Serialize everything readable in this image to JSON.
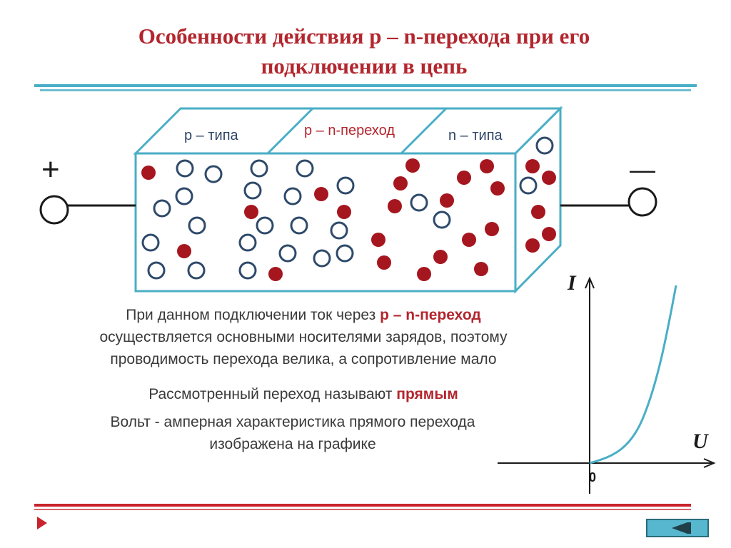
{
  "title": {
    "line1": "Особенности действия р – n-перехода при его",
    "line2": "подключении в цепь"
  },
  "diagram": {
    "label_p_type": "р – типа",
    "label_junction": "р – n-переход",
    "label_n_type": "n – типа",
    "plus_sign": "+",
    "minus_sign": "—"
  },
  "graph": {
    "y_label": "I",
    "x_label": "U",
    "origin_label": "0"
  },
  "text": {
    "p1_prefix": "При данном подключении ток через ",
    "p1_highlight": "р – n-переход",
    "p1_rest_line2": "осуществляется основными носителями зарядов, поэтому",
    "p1_rest_line3": "проводимость перехода велика, а сопротивление мало",
    "p2_prefix": "Рассмотренный переход называют ",
    "p2_highlight": "прямым",
    "p3_line1": "Вольт - амперная характеристика прямого перехода",
    "p3_line2": "изображена на графике"
  },
  "colors": {
    "title": "#b3262e",
    "accent_blue": "#4aaec6",
    "accent_red": "#c9232c",
    "hole": "#a5161f",
    "electron_outline": "#2f4a6a"
  },
  "icons": {
    "nav_back": "back-arrow-icon",
    "side_marker": "triangle-right-icon"
  }
}
